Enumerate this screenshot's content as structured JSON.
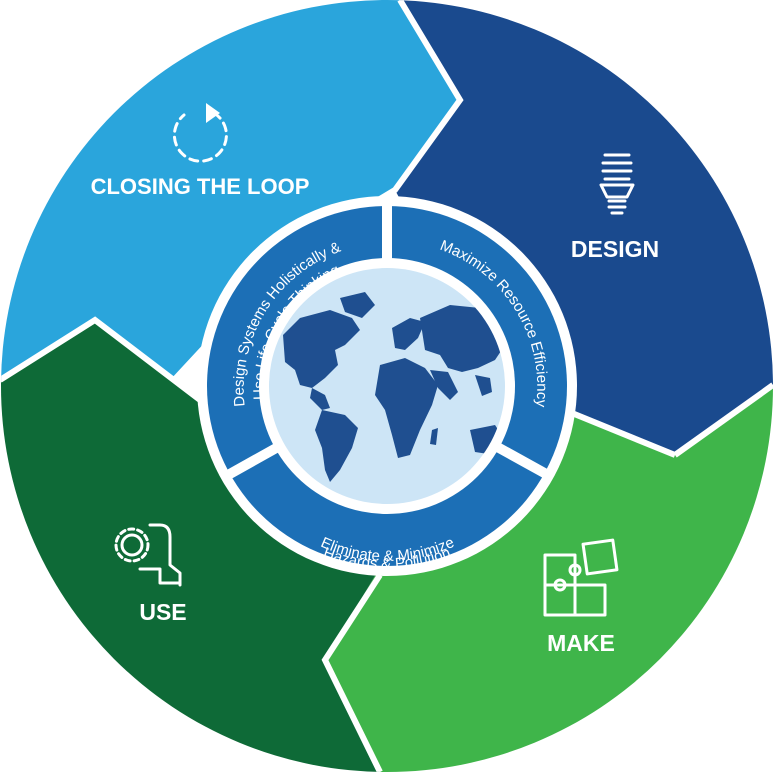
{
  "segments": {
    "closing": {
      "label": "CLOSING THE LOOP",
      "icon": "refresh-cycle-icon",
      "color": "#2aa5dc"
    },
    "design": {
      "label": "DESIGN",
      "icon": "light-bulb-icon",
      "color": "#1a4a8e"
    },
    "make": {
      "label": "MAKE",
      "icon": "puzzle-icon",
      "color": "#3fb54a"
    },
    "use": {
      "label": "USE",
      "icon": "hand-gear-icon",
      "color": "#0e6a37"
    }
  },
  "inner_ring": {
    "color": "#1c6fb6",
    "items": [
      {
        "text_line1": "Design Systems Holistically &",
        "text_line2": "Use Life Cycle Thinking"
      },
      {
        "text_line1": "Maximize Resource Efficiency",
        "text_line2": ""
      },
      {
        "text_line1": "Eliminate & Minimize",
        "text_line2": "Hazards & Pollution"
      }
    ]
  },
  "globe": {
    "ocean_color": "#cde5f6",
    "land_color": "#1f4f90",
    "icon": "world-map-icon"
  }
}
